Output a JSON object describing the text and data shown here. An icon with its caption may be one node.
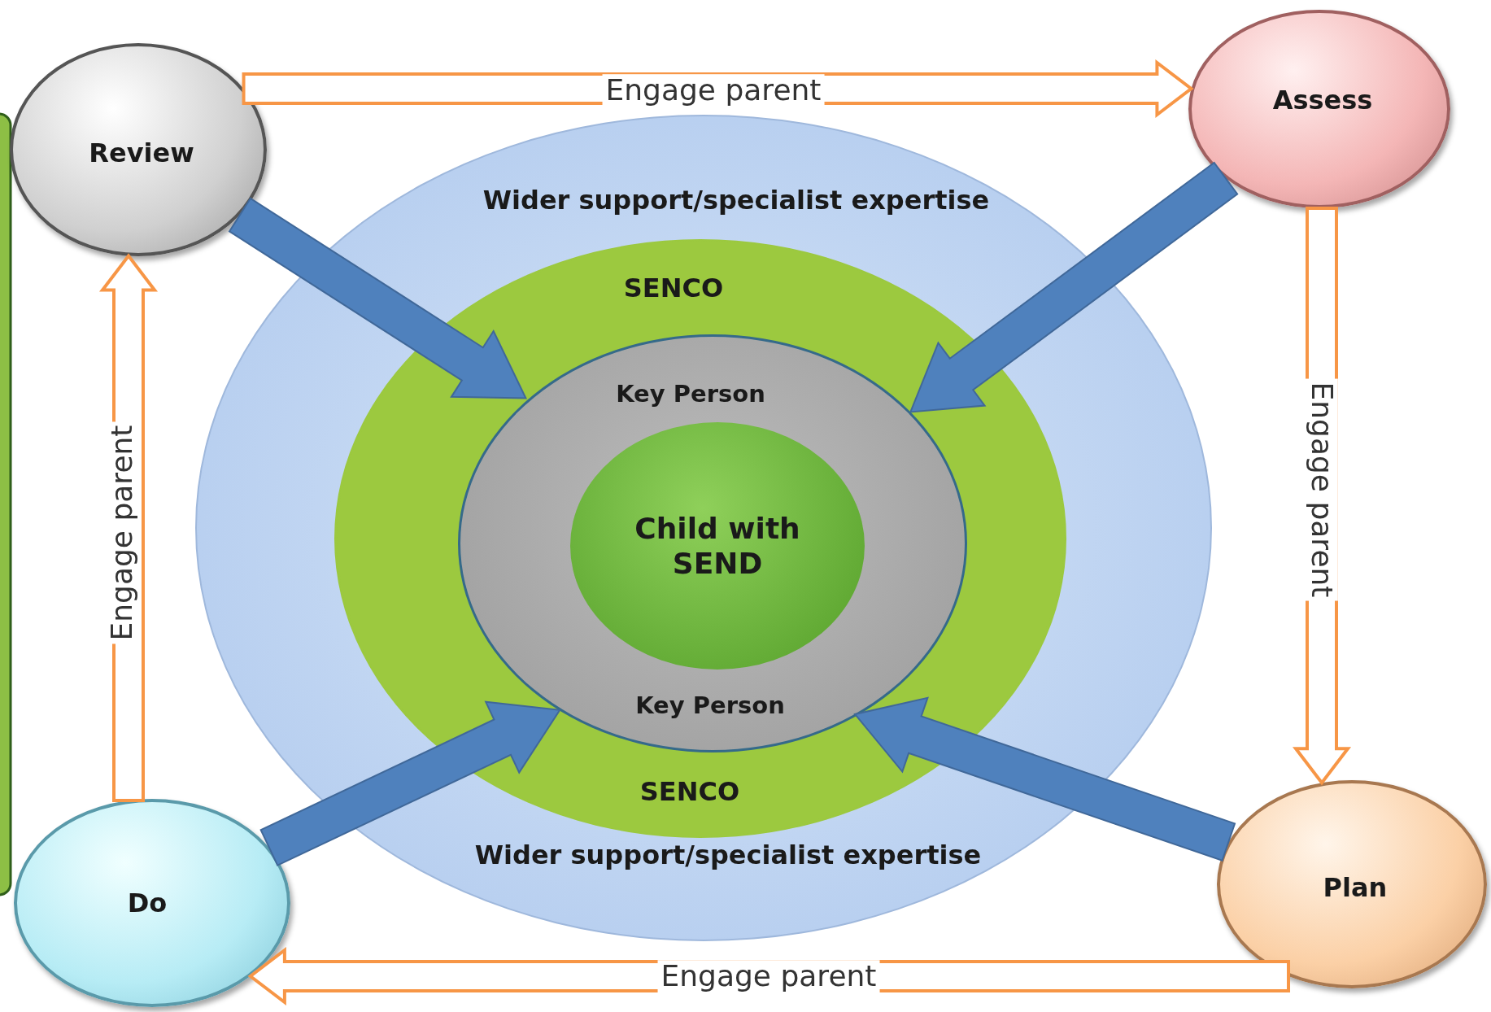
{
  "diagram": {
    "nodes": [
      {
        "text": [
          "Review"
        ]
      },
      {
        "text": [
          "Assess"
        ]
      },
      {
        "text": [
          "Plan"
        ]
      },
      {
        "text": [
          "Do"
        ]
      },
      {
        "text": [
          "Wider support/specialist expertise",
          "Wider support/specialist expertise"
        ]
      },
      {
        "text": [
          "SENCO",
          "SENCO"
        ],
        "in": 4
      },
      {
        "text": [
          "Key Person",
          "Key Person"
        ],
        "in": 5
      },
      {
        "text": [
          "Child with SEND"
        ],
        "in": 6
      }
    ],
    "edges": [
      {
        "from": 0,
        "to": 1,
        "arrow": "to",
        "label": "Engage parent",
        "color": "#f79646"
      },
      {
        "from": 1,
        "to": 2,
        "arrow": "to",
        "label": "Engage parent",
        "color": "#f79646"
      },
      {
        "from": 2,
        "to": 3,
        "arrow": "to",
        "label": "Engage parent",
        "color": "#f79646"
      },
      {
        "from": 3,
        "to": 0,
        "arrow": "to",
        "label": "Engage parent",
        "color": "#f79646"
      },
      {
        "from": 0,
        "to": 6,
        "arrow": "to",
        "style": "thick",
        "color": "#4f81bd"
      },
      {
        "from": 1,
        "to": 6,
        "arrow": "to",
        "style": "thick",
        "color": "#4f81bd"
      },
      {
        "from": 3,
        "to": 6,
        "arrow": "to",
        "style": "thick",
        "color": "#4f81bd"
      },
      {
        "from": 2,
        "to": 6,
        "arrow": "to",
        "style": "thick",
        "color": "#4f81bd"
      }
    ]
  }
}
